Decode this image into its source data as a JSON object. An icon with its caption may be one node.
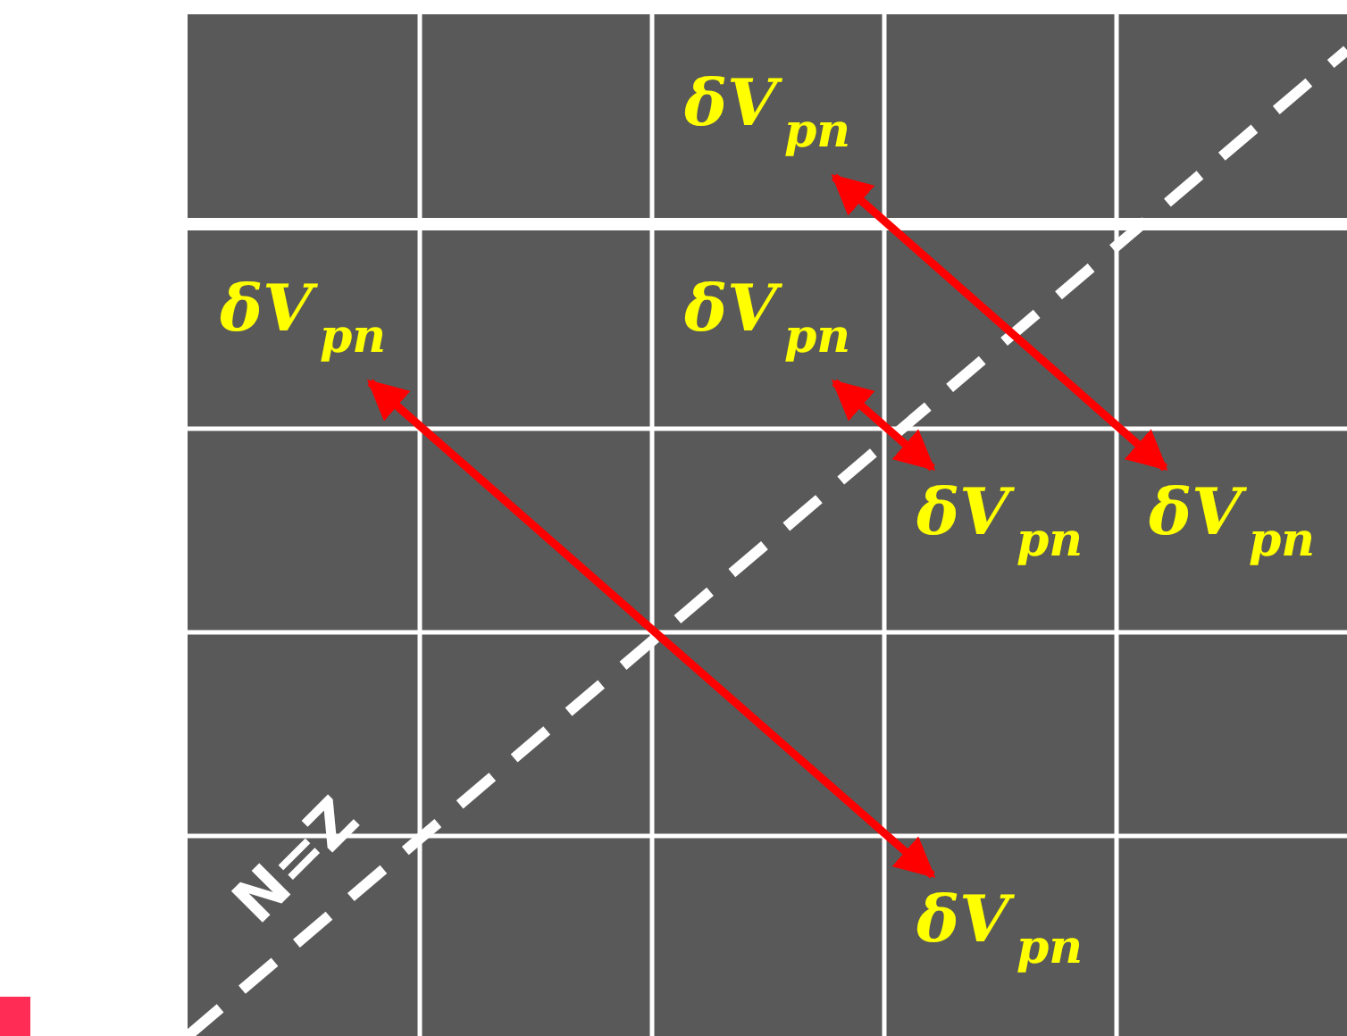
{
  "diagram": {
    "nodes": [
      {
        "text": [
          "δV$_{pn}$"
        ]
      },
      {
        "text": [
          "δV$_{pn}$"
        ]
      },
      {
        "text": [
          "δV$_{pn}$"
        ]
      },
      {
        "text": [
          "δV$_{pn}$"
        ]
      },
      {
        "text": [
          "δV$_{pn}$"
        ]
      },
      {
        "text": [
          "δV$_{pn}$"
        ]
      }
    ],
    "edges": [
      {
        "from": 0,
        "to": 4,
        "arrow": "both"
      },
      {
        "from": 2,
        "to": 3,
        "arrow": "both"
      },
      {
        "from": 1,
        "to": 5,
        "arrow": "both"
      }
    ],
    "labels": [
      "N=Z"
    ]
  }
}
